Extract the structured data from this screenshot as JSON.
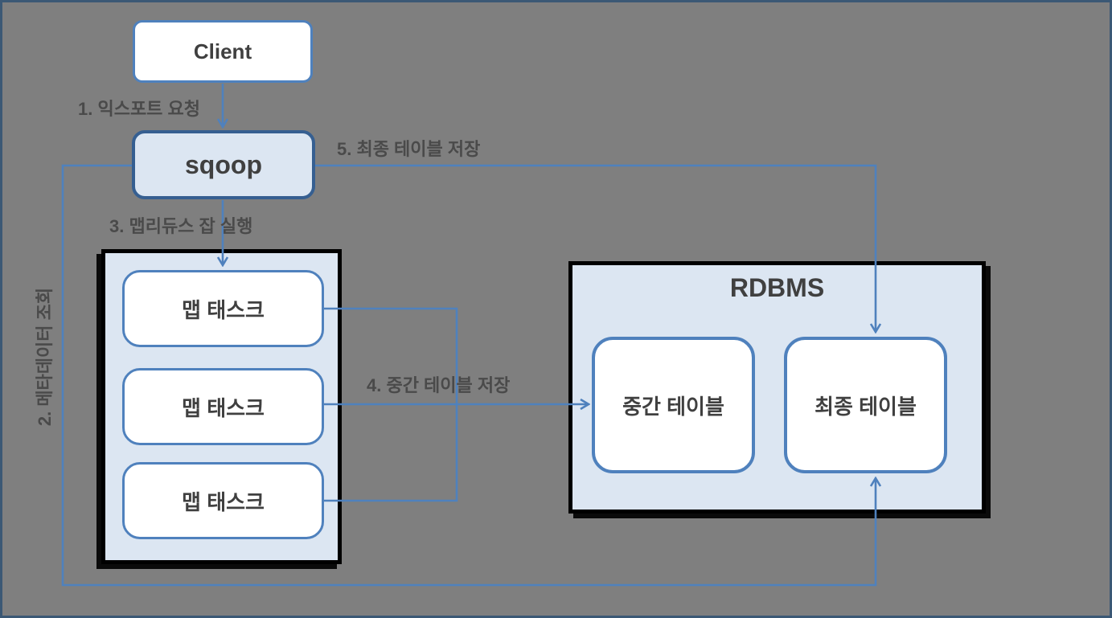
{
  "diagram": {
    "description": "Sqoop export process flow diagram",
    "nodes": {
      "client": {
        "label": "Client"
      },
      "sqoop": {
        "label": "sqoop"
      },
      "map_tasks": [
        {
          "label": "맵 태스크"
        },
        {
          "label": "맵 태스크"
        },
        {
          "label": "맵 태스크"
        }
      ],
      "rdbms": {
        "label": "RDBMS",
        "tables": [
          {
            "label": "중간 테이블"
          },
          {
            "label": "최종 테이블"
          }
        ]
      }
    },
    "edges": {
      "step1": {
        "label": "1. 익스포트 요청",
        "from": "Client",
        "to": "sqoop"
      },
      "step2": {
        "label": "2. 메타데이터 조회",
        "from": "sqoop",
        "to": "최종 테이블"
      },
      "step3": {
        "label": "3. 맵리듀스 잡 실행",
        "from": "sqoop",
        "to": "맵 태스크"
      },
      "step4": {
        "label": "4. 중간 테이블 저장",
        "from": "맵 태스크",
        "to": "중간 테이블"
      },
      "step5": {
        "label": "5. 최종 테이블 저장",
        "from": "sqoop",
        "to": "최종 테이블"
      }
    }
  },
  "colors": {
    "bg": "#7f7f7f",
    "frame": "#3b5875",
    "accent": "#4f81bd",
    "accent_dark": "#365f91",
    "fill_light": "#dce6f2",
    "box_bg": "#ffffff",
    "ink": "#404040",
    "label_ink": "#4a4a4a"
  }
}
